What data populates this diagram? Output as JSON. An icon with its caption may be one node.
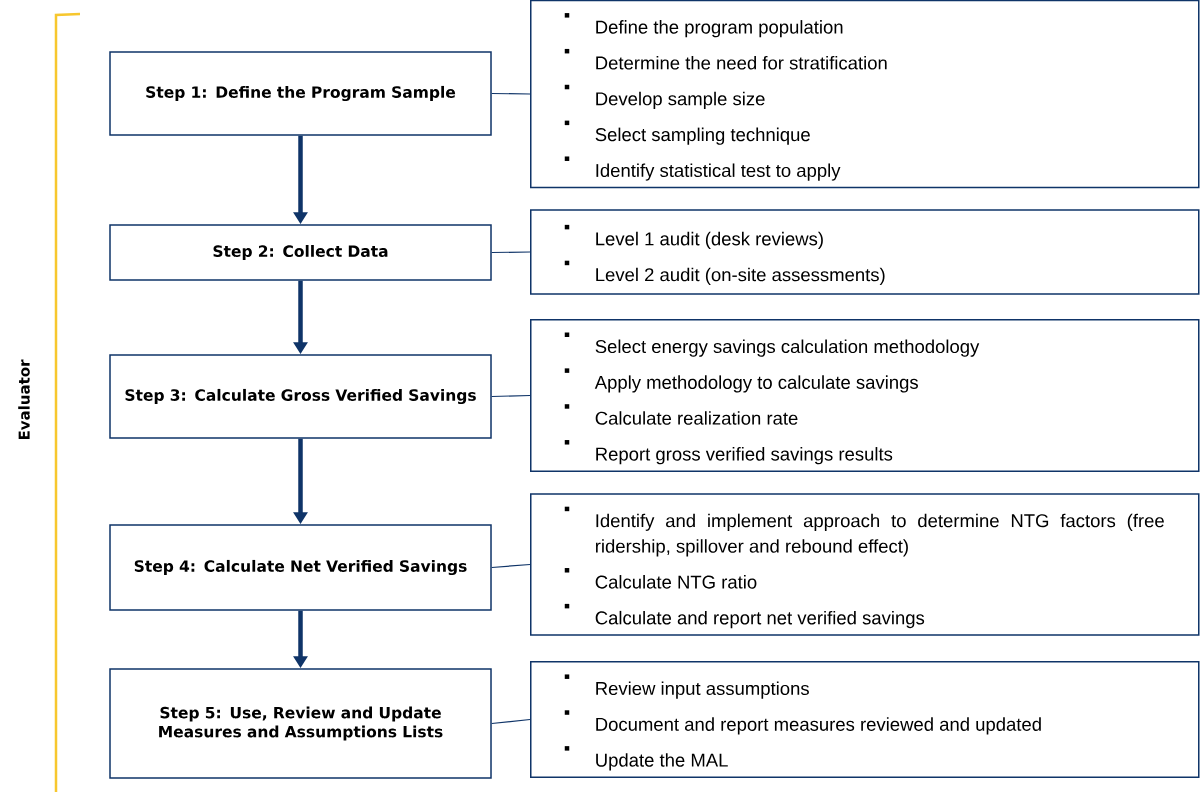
{
  "diagram": {
    "nodes": [
      {
        "text": [
          "Step 1: Define the Program Sample"
        ]
      },
      {
        "text": [
          "Define the program population",
          "Determine the need for stratification",
          "Develop sample size",
          "Select sampling technique",
          "Identify statistical test to apply"
        ]
      },
      {
        "text": [
          "Step 2: Collect Data"
        ]
      },
      {
        "text": [
          "Level 1 audit (desk reviews)",
          "Level 2 audit (on-site assessments)"
        ]
      },
      {
        "text": [
          "Step 3: Calculate Gross Verified Savings"
        ]
      },
      {
        "text": [
          "Select energy savings calculation methodology",
          "Apply methodology to calculate savings",
          "Calculate realization rate",
          "Report gross verified savings results"
        ]
      },
      {
        "text": [
          "Step 4: Calculate Net Verified Savings"
        ]
      },
      {
        "text": [
          "Identify and implement approach to determine NTG factors (free ridership, spillover and rebound effect)",
          "Calculate NTG ratio",
          "Calculate and report net verified savings"
        ]
      },
      {
        "text": [
          "Step 5: Use, Review and Update Measures and Assumptions Lists"
        ]
      },
      {
        "text": [
          "Review input assumptions",
          "Document and report measures reviewed and updated",
          "Update the MAL"
        ]
      }
    ],
    "edges": [
      {
        "from": 0,
        "to": 2,
        "arrow": "to",
        "style": "thick"
      },
      {
        "from": 2,
        "to": 4,
        "arrow": "to",
        "style": "thick"
      },
      {
        "from": 4,
        "to": 6,
        "arrow": "to",
        "style": "thick"
      },
      {
        "from": 6,
        "to": 8,
        "arrow": "to",
        "style": "thick"
      },
      {
        "from": 0,
        "to": 1,
        "arrow": "none"
      },
      {
        "from": 2,
        "to": 3,
        "arrow": "none"
      },
      {
        "from": 4,
        "to": 5,
        "arrow": "none"
      },
      {
        "from": 6,
        "to": 7,
        "arrow": "none"
      },
      {
        "from": 8,
        "to": 9,
        "arrow": "none"
      }
    ],
    "labels": [
      "Evaluator"
    ]
  }
}
